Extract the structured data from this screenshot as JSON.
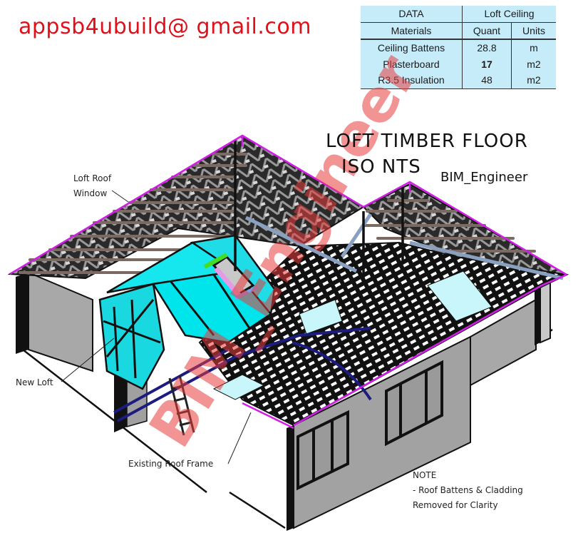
{
  "header": {
    "email": "appsb4ubuild@ gmail.com"
  },
  "data_table": {
    "header_row": {
      "col1": "DATA",
      "col2": "Loft Ceiling"
    },
    "subheader_row": {
      "col1": "Materials",
      "col2": "Quant",
      "col3": "Units"
    },
    "rows": [
      {
        "material": "Ceiling Battens",
        "quant": "28.8",
        "units": "m"
      },
      {
        "material": "Plasterboard",
        "quant": "17",
        "units": "m2"
      },
      {
        "material": "R3.5 Insulation",
        "quant": "48",
        "units": "m2"
      }
    ],
    "background_color": "#c6ecfa"
  },
  "drawing": {
    "title_line1": "LOFT TIMBER FLOOR",
    "title_line2": "ISO NTS",
    "author": "BIM_Engineer",
    "labels": {
      "loft_roof_window_line1": "Loft Roof",
      "loft_roof_window_line2": "Window",
      "new_loft": "New Loft",
      "existing_roof_frame": "Existing Roof Frame"
    },
    "note": {
      "heading": "NOTE",
      "line1": "- Roof Battens & Cladding",
      "line2": "Removed for Clarity"
    },
    "watermark": "BIM_Engineer",
    "colors": {
      "roof_outline": "#d21ee6",
      "loft_walls": "#00e0e8",
      "wall_grey": "#a0a0a0",
      "frame": "#111111",
      "email_red": "#e0101a",
      "skylight_green": "#44dd22",
      "ladder_blue": "#1a1a8a"
    }
  }
}
